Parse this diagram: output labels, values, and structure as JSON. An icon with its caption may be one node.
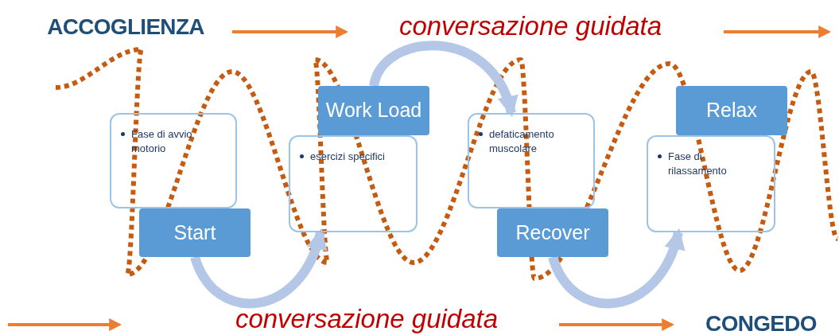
{
  "diagram": {
    "nodes": [
      {
        "text": [
          "ACCOGLIENZA"
        ]
      },
      {
        "text": [
          "conversazione guidata"
        ]
      },
      {
        "text": [
          "Fase di avvio motorio"
        ]
      },
      {
        "text": [
          "Start"
        ]
      },
      {
        "text": [
          "esercizi specifici"
        ]
      },
      {
        "text": [
          "Work Load"
        ]
      },
      {
        "text": [
          "defaticamento muscolare"
        ]
      },
      {
        "text": [
          "Recover"
        ]
      },
      {
        "text": [
          "Fase di rilassamento"
        ]
      },
      {
        "text": [
          "Relax"
        ]
      },
      {
        "text": [
          "conversazione guidata"
        ]
      },
      {
        "text": [
          "CONGEDO"
        ]
      }
    ],
    "edges": [
      {
        "from": 3,
        "to": 4,
        "arrow": "to"
      },
      {
        "from": 5,
        "to": 6,
        "arrow": "to"
      },
      {
        "from": 7,
        "to": 8,
        "arrow": "to"
      }
    ]
  }
}
